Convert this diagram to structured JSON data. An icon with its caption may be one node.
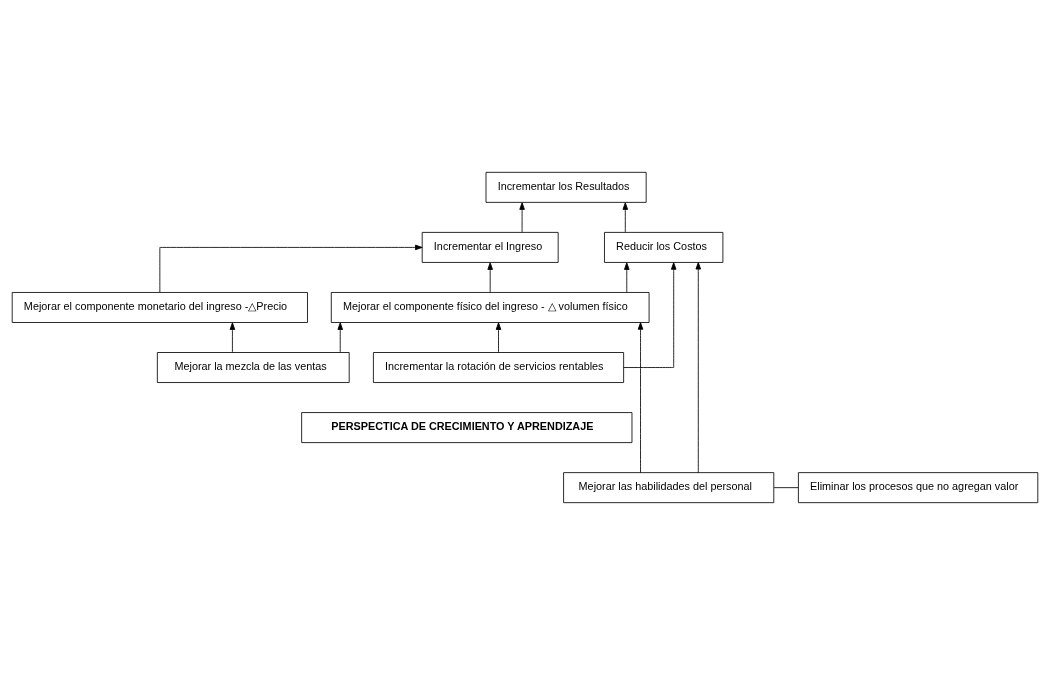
{
  "diagram": {
    "nodes": [
      {
        "text": [
          "Incrementar los Resultados"
        ]
      },
      {
        "text": [
          "Reducir los Costos"
        ]
      },
      {
        "text": [
          "Incrementar el Ingreso"
        ]
      },
      {
        "text": [
          "Mejorar el componente físico del ingreso - △ volumen físico"
        ]
      },
      {
        "text": [
          "Mejorar el componente monetario del ingreso -△Precio"
        ]
      },
      {
        "text": [
          "Incrementar la rotación de servicios rentables"
        ]
      },
      {
        "text": [
          "Mejorar la mezcla de las ventas"
        ]
      },
      {
        "text": [
          "PERSPECTICA DE CRECIMIENTO Y APRENDIZAJE"
        ]
      },
      {
        "text": [
          "Mejorar las habilidades del personal"
        ]
      },
      {
        "text": [
          "Eliminar los procesos que no agregan valor"
        ]
      }
    ],
    "edges": [
      {
        "from": 1,
        "to": 0,
        "arrow": "to"
      },
      {
        "from": 2,
        "to": 0,
        "arrow": "to"
      },
      {
        "from": 3,
        "to": 1,
        "arrow": "to"
      },
      {
        "from": 3,
        "to": 2,
        "arrow": "to"
      },
      {
        "from": 4,
        "to": 2,
        "arrow": "to"
      },
      {
        "from": 5,
        "to": 3,
        "arrow": "to"
      },
      {
        "from": 5,
        "to": 1,
        "arrow": "to"
      },
      {
        "from": 6,
        "to": 3,
        "arrow": "to"
      },
      {
        "from": 6,
        "to": 4,
        "arrow": "to"
      },
      {
        "from": 8,
        "to": 1,
        "arrow": "to"
      },
      {
        "from": 8,
        "to": 3,
        "arrow": "to"
      },
      {
        "from": 8,
        "to": 9,
        "arrow": "none"
      }
    ]
  }
}
